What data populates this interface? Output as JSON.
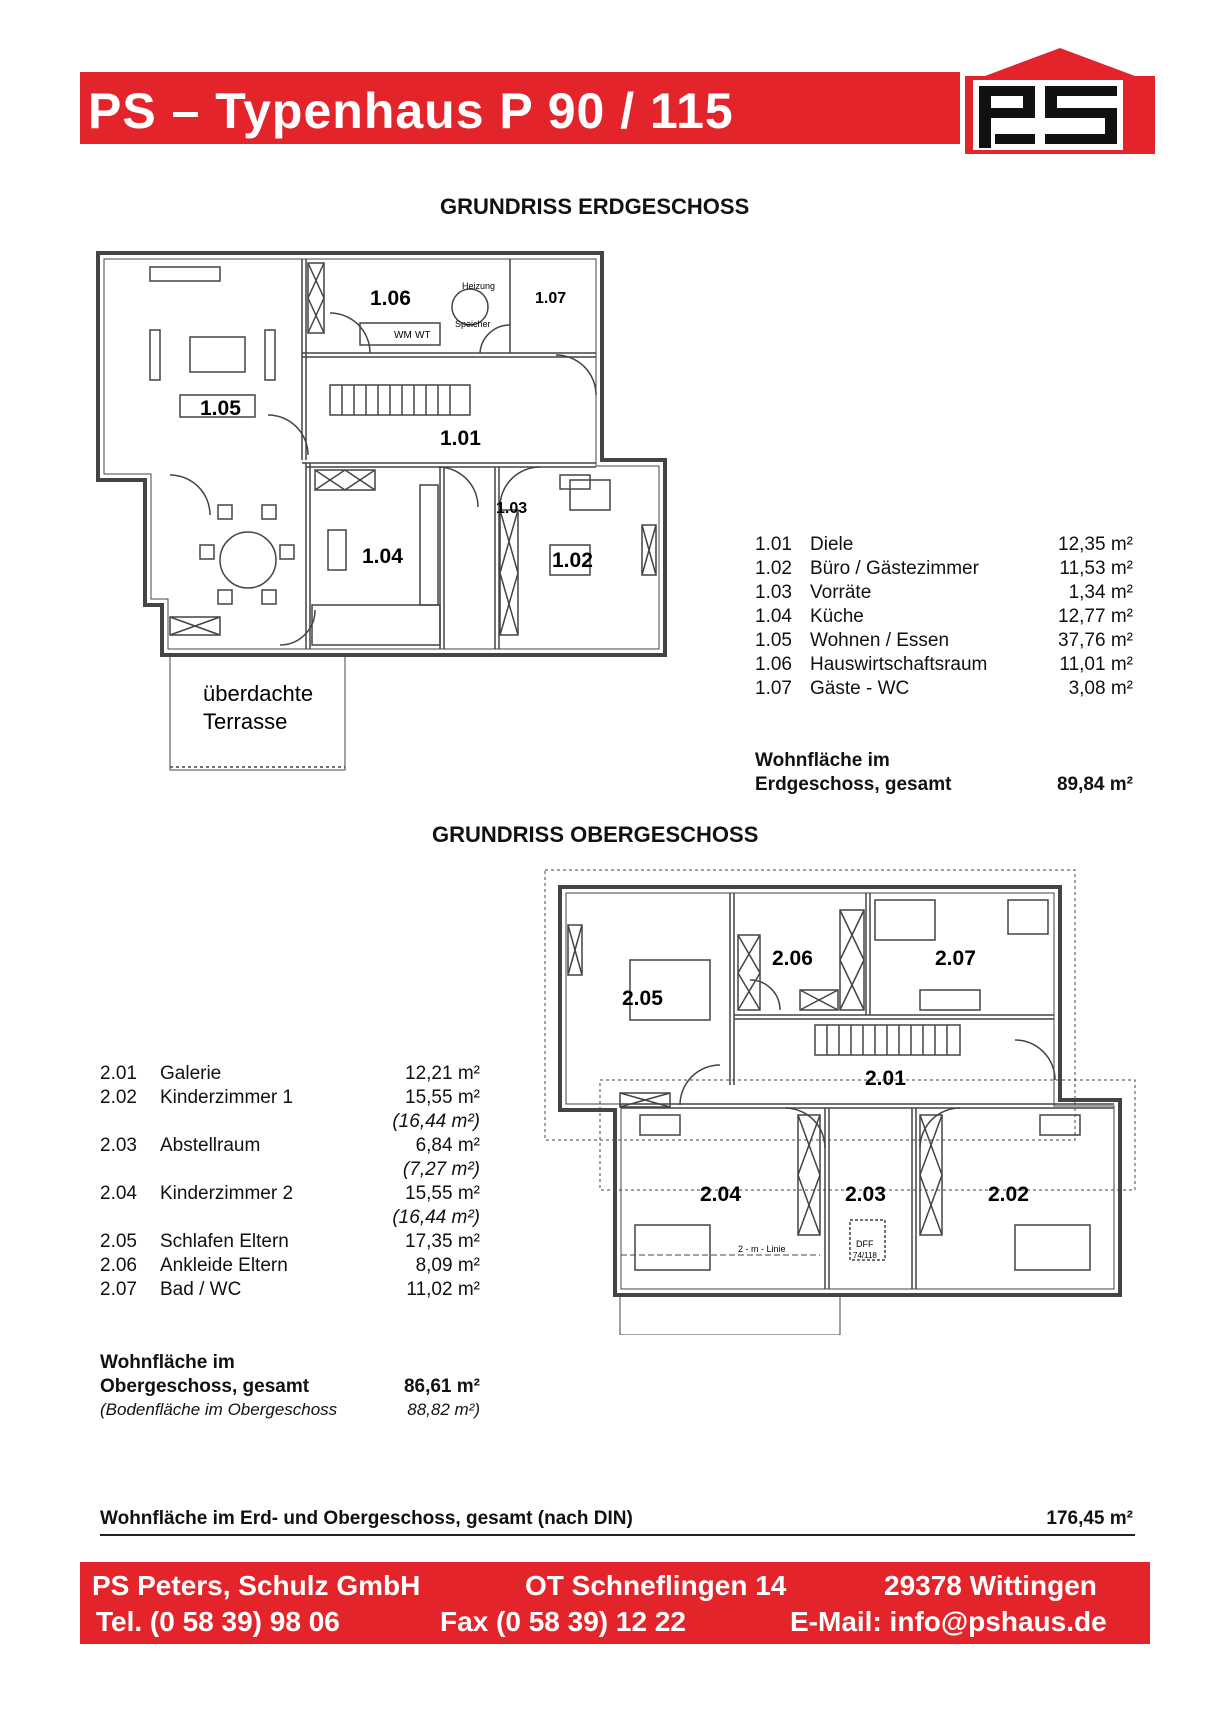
{
  "header": {
    "title": "PS – Typenhaus P 90 / 115",
    "logo_text": "ps"
  },
  "eg": {
    "title": "GRUNDRISS ERDGESCHOSS",
    "plan_labels": {
      "r105": "1.05",
      "r106": "1.06",
      "r107": "1.07",
      "r101": "1.01",
      "r104": "1.04",
      "r103": "1.03",
      "r102": "1.02",
      "heizung": "Heizung",
      "speicher": "Speicher",
      "wm": "WM",
      "wt": "WT",
      "terrasse1": "überdachte",
      "terrasse2": "Terrasse"
    },
    "rooms": [
      {
        "no": "1.01",
        "name": "Diele",
        "area": "12,35 m²"
      },
      {
        "no": "1.02",
        "name": "Büro / Gästezimmer",
        "area": "11,53 m²"
      },
      {
        "no": "1.03",
        "name": "Vorräte",
        "area": "1,34 m²"
      },
      {
        "no": "1.04",
        "name": "Küche",
        "area": "12,77 m²"
      },
      {
        "no": "1.05",
        "name": "Wohnen / Essen",
        "area": "37,76 m²"
      },
      {
        "no": "1.06",
        "name": "Hauswirtschaftsraum",
        "area": "11,01 m²"
      },
      {
        "no": "1.07",
        "name": "Gäste - WC",
        "area": "3,08 m²"
      }
    ],
    "total_label_1": "Wohnfläche im",
    "total_label_2": "Erdgeschoss, gesamt",
    "total_value": "89,84 m²"
  },
  "og": {
    "title": "GRUNDRISS OBERGESCHOSS",
    "plan_labels": {
      "r205": "2.05",
      "r206": "2.06",
      "r207": "2.07",
      "r201": "2.01",
      "r204": "2.04",
      "r203": "2.03",
      "r202": "2.02",
      "linie": "2 - m - Linie",
      "dff1": "DFF",
      "dff2": "74/118"
    },
    "rooms": [
      {
        "no": "2.01",
        "name": "Galerie",
        "area": "12,21 m²",
        "sub": ""
      },
      {
        "no": "2.02",
        "name": "Kinderzimmer 1",
        "area": "15,55 m²",
        "sub": "(16,44 m²)"
      },
      {
        "no": "2.03",
        "name": "Abstellraum",
        "area": "6,84 m²",
        "sub": "(7,27 m²)"
      },
      {
        "no": "2.04",
        "name": "Kinderzimmer 2",
        "area": "15,55 m²",
        "sub": "(16,44 m²)"
      },
      {
        "no": "2.05",
        "name": "Schlafen Eltern",
        "area": "17,35 m²",
        "sub": ""
      },
      {
        "no": "2.06",
        "name": "Ankleide Eltern",
        "area": "8,09 m²",
        "sub": ""
      },
      {
        "no": "2.07",
        "name": "Bad / WC",
        "area": "11,02 m²",
        "sub": ""
      }
    ],
    "total_label_1": "Wohnfläche im",
    "total_label_2": "Obergeschoss, gesamt",
    "total_value": "86,61 m²",
    "floor_note": "(Bodenfläche im Obergeschoss",
    "floor_value": "88,82 m²)"
  },
  "grand_total": {
    "label": "Wohnfläche im Erd- und Obergeschoss, gesamt (nach DIN)",
    "value": "176,45 m²"
  },
  "footer": {
    "company": "PS Peters, Schulz GmbH",
    "street": "OT Schneflingen 14",
    "city": "29378 Wittingen",
    "tel": "Tel. (0 58 39) 98 06",
    "fax": "Fax (0 58 39) 12 22",
    "email": "E-Mail: info@pshaus.de"
  },
  "colors": {
    "brand_red": "#e4242b",
    "wall": "#555555",
    "line": "#222222"
  }
}
